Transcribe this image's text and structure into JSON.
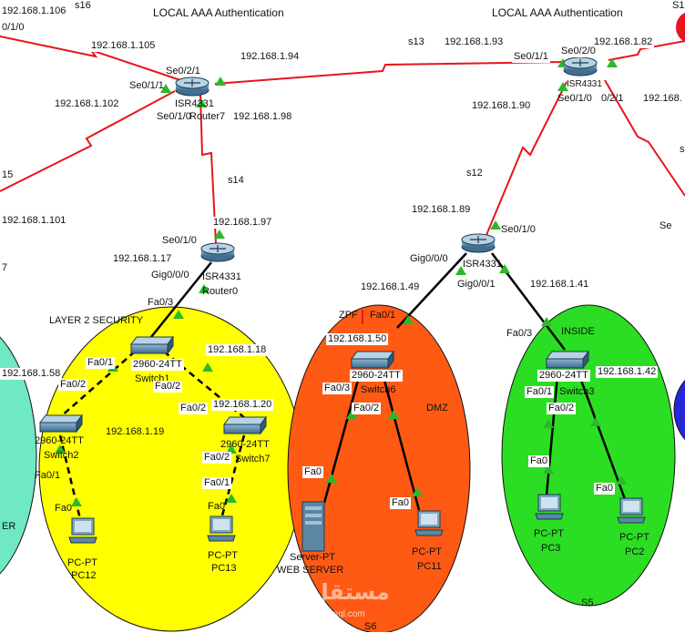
{
  "titles": {
    "left": "LOCAL AAA Authentication",
    "right": "LOCAL AAA Authentication"
  },
  "zones": {
    "layer2": "LAYER 2 SECURITY",
    "dmz": "DMZ",
    "inside": "INSIDE",
    "zpf": "ZPF",
    "s5": "S5",
    "s6": "S6",
    "s16": "s16",
    "left_cut": "ER"
  },
  "links": {
    "s13": "s13",
    "s14": "s14",
    "s12": "s12"
  },
  "routers": {
    "r7": {
      "model": "ISR4331",
      "name": "Router7"
    },
    "r0": {
      "model": "ISR4331",
      "name": "Router0"
    },
    "r_top": {
      "model": "ISR4331"
    },
    "r_mid": {
      "model": "ISR4331"
    }
  },
  "switches": {
    "sw1": {
      "model": "2960-24TT",
      "name": "Switch1"
    },
    "sw2": {
      "model": "2960-24TT",
      "name": "Switch2"
    },
    "sw7": {
      "model": "2960-24TT",
      "name": "Switch7"
    },
    "sw6": {
      "model": "2960-24TT",
      "name": "Switch6"
    },
    "sw3": {
      "model": "2960-24TT",
      "name": "Switch3"
    }
  },
  "hosts": {
    "pc12": {
      "type": "PC-PT",
      "name": "PC12"
    },
    "pc13": {
      "type": "PC-PT",
      "name": "PC13"
    },
    "server": {
      "type": "Server-PT",
      "name": "WEB SERVER"
    },
    "pc11": {
      "type": "PC-PT",
      "name": "PC11"
    },
    "pc3": {
      "type": "PC-PT",
      "name": "PC3"
    },
    "pc2": {
      "type": "PC-PT",
      "name": "PC2"
    }
  },
  "ips": {
    "ip_106": "192.168.1.106",
    "ip_105": "192.168.1.105",
    "ip_94": "192.168.1.94",
    "ip_93": "192.168.1.93",
    "ip_82": "192.168.1.82",
    "ip_102": "192.168.1.102",
    "ip_98": "192.168.1.98",
    "ip_90": "192.168.1.90",
    "ip_101": "192.168.1.101",
    "ip_97": "192.168.1.97",
    "ip_89": "192.168.1.89",
    "ip_17": "192.168.1.17",
    "ip_49": "192.168.1.49",
    "ip_41": "192.168.1.41",
    "ip_18": "192.168.1.18",
    "ip_50": "192.168.1.50",
    "ip_58": "192.168.1.58",
    "ip_42": "192.168.1.42",
    "ip_20": "192.168.1.20",
    "ip_19": "192.168.1.19",
    "ip_cut": "192.168."
  },
  "ports": {
    "se021_r7": "Se0/2/1",
    "se011_r7": "Se0/1/1",
    "se010_r7": "Se0/1/0",
    "se010_r0": "Se0/1/0",
    "gig000_r0": "Gig0/0/0",
    "se011_top": "Se0/1/1",
    "se020_top": "Se0/2/0",
    "se010_top": "Se0/1/0",
    "se021_top": "0/2/1",
    "se010_mid": "Se0/1/0",
    "gig000_mid": "Gig0/0/0",
    "gig001_mid": "Gig0/0/1",
    "sw1_fa03": "Fa0/3",
    "sw1_fa01": "Fa0/1",
    "sw1_fa02a": "Fa0/2",
    "sw1_fa02b": "Fa0/2",
    "sw2_fa02": "Fa0/2",
    "sw2_fa01": "Fa0/1",
    "pc12_fa0": "Fa0",
    "sw7_fa02": "Fa0/2",
    "sw7_fa01": "Fa0/1",
    "pc13_fa0": "Fa0",
    "sw6_fa01": "Fa0/1",
    "sw6_fa03": "Fa0/3",
    "sw6_fa02": "Fa0/2",
    "srv_fa0": "Fa0",
    "pc11_fa0": "Fa0",
    "sw3_fa03": "Fa0/3",
    "sw3_fa01": "Fa0/1",
    "sw3_fa02": "Fa0/2",
    "pc3_fa0": "Fa0",
    "pc2_fa0": "Fa0",
    "se_cut_right": "Se"
  },
  "partial": {
    "top_left": "0/1/0",
    "left_15": "15",
    "left_7": "7",
    "right_s": "s",
    "top_right_s1": "S1"
  },
  "watermark": {
    "arabic": "مستقل",
    "latin": "mostaql.com"
  },
  "colors": {
    "serial_link": "#e8141e",
    "ethernet_link": "#000000",
    "layer2_zone": "#ffff00",
    "dmz_zone": "#ff5a14",
    "inside_zone": "#2bde23",
    "left_zone": "#6fe8c4",
    "right_zone": "#2626d9",
    "port_up": "#2bb82b",
    "device_blue": "#3f7ea6"
  }
}
